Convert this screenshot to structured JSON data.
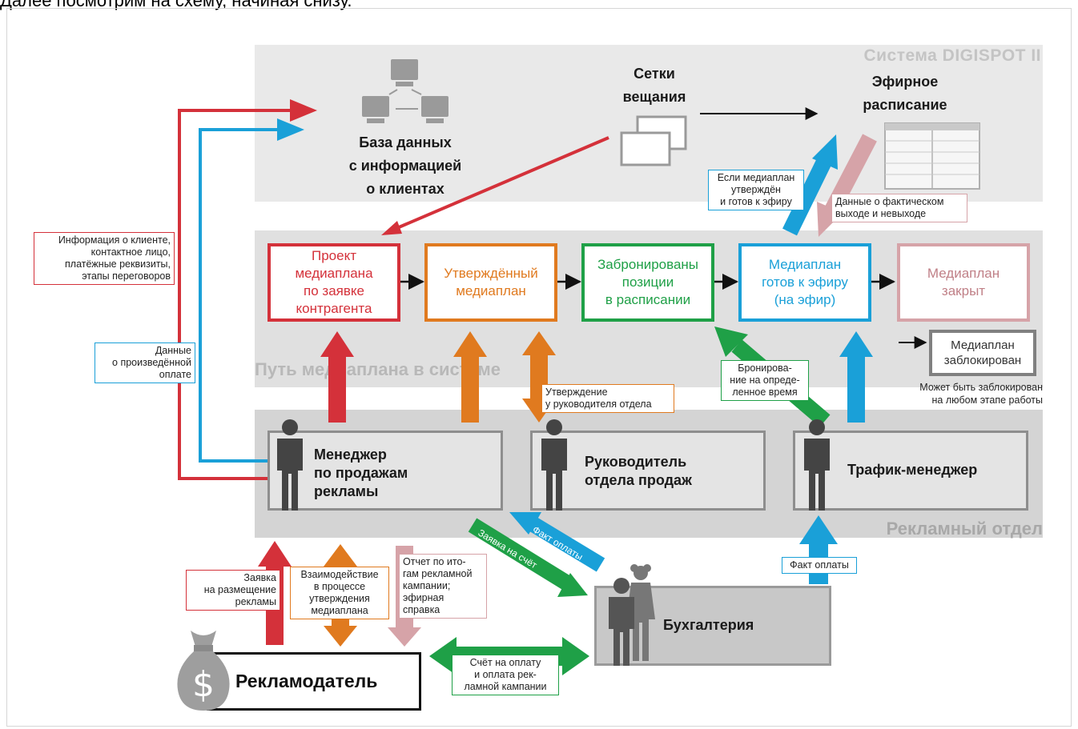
{
  "intro_text": "Далее посмотрим на схему, начиная снизу.",
  "system": {
    "title": "Система DIGISPOT II",
    "database_label": [
      "База данных",
      "с информацией",
      "о клиентах"
    ],
    "networks_label": [
      "Сетки",
      "вещания"
    ],
    "schedule_label": [
      "Эфирное",
      "расписание"
    ]
  },
  "path": {
    "title": "Путь медиаплана в системе",
    "stages": [
      {
        "lines": [
          "Проект",
          "медиаплана",
          "по заявке",
          "контрагента"
        ],
        "color": "#d4313a"
      },
      {
        "lines": [
          "Утверждённый",
          "медиаплан"
        ],
        "color": "#e07a1f"
      },
      {
        "lines": [
          "Забронированы",
          "позиции",
          "в расписании"
        ],
        "color": "#1fa047"
      },
      {
        "lines": [
          "Медиаплан",
          "готов к эфиру",
          "(на эфир)"
        ],
        "color": "#1aa0d8"
      },
      {
        "lines": [
          "Медиаплан",
          "закрыт"
        ],
        "color": "#d6a3a8"
      }
    ],
    "blocked": {
      "lines": [
        "Медиаплан",
        "заблокирован"
      ],
      "color": "#808080"
    },
    "blocked_note": [
      "Может быть заблокирован",
      "на любом этапе работы"
    ]
  },
  "department": {
    "title": "Рекламный отдел",
    "manager": [
      "Менеджер",
      "по продажам",
      "рекламы"
    ],
    "head": [
      "Руководитель",
      "отдела продаж"
    ],
    "traffic": [
      "Трафик-менеджер"
    ]
  },
  "accounting": {
    "label": "Бухгалтерия"
  },
  "advertiser": {
    "label": "Рекламодатель"
  },
  "notes": {
    "client_info": [
      "Информация о клиенте,",
      "контактное лицо,",
      "платёжные реквизиты,",
      "этапы переговоров"
    ],
    "payment_data": [
      "Данные",
      "о произведённой",
      "оплате"
    ],
    "if_approved": [
      "Если медиаплан",
      "утверждён",
      "и готов к эфиру"
    ],
    "actual_data": [
      "Данные о фактическом",
      "выходе и невыходе"
    ],
    "approval": [
      "Утверждение",
      "у руководителя отдела"
    ],
    "booking": [
      "Бронирова-",
      "ние на опреде-",
      "ленное время"
    ],
    "payment_fact_traffic": [
      "Факт оплаты"
    ],
    "application": [
      "Заявка",
      "на размещение",
      "рекламы"
    ],
    "interaction": [
      "Взаимодействие",
      "в процессе",
      "утверждения",
      "медиаплана"
    ],
    "report": [
      "Отчет по ито-",
      "гам рекламной",
      "кампании;",
      "эфирная",
      "справка"
    ],
    "invoice": [
      "Счёт на оплату",
      "и оплата рек-",
      "ламной кампании"
    ],
    "invoice_request": "Заявка на счёт",
    "payment_fact_diag": "Факт оплаты"
  },
  "icons": {
    "money_bag": "money-bag-icon",
    "person": "person-icon",
    "computer": "computer-icon",
    "windows": "windows-icon",
    "table": "table-icon",
    "dollar_sign": "$"
  },
  "colors": {
    "red": "#d4313a",
    "blue": "#1aa0d8",
    "orange": "#e07a1f",
    "green": "#1fa047",
    "pink": "#d6a3a8",
    "gray": "#808080"
  }
}
